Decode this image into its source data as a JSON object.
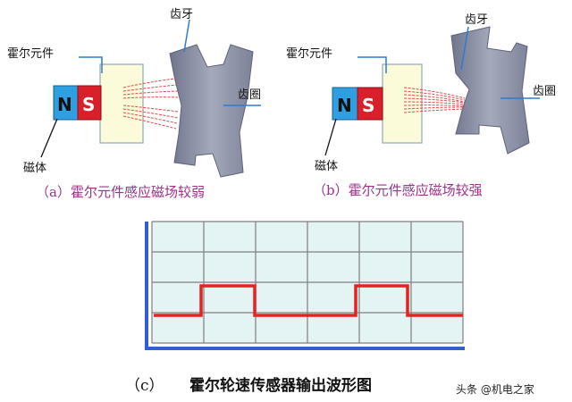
{
  "diagram_a": {
    "hall_label": "霍尔元件",
    "tooth_label": "齿牙",
    "ring_label": "齿圈",
    "magnet_label": "磁体",
    "pole_n": "N",
    "pole_s": "S",
    "caption": "（a）霍尔元件感应磁场较弱"
  },
  "diagram_b": {
    "hall_label": "霍尔元件",
    "tooth_label": "齿牙",
    "ring_label": "齿圈",
    "magnet_label": "磁体",
    "pole_n": "N",
    "pole_s": "S",
    "caption": "（b）霍尔元件感应磁场较强"
  },
  "waveform": {
    "caption_prefix": "（c）",
    "caption": "霍尔轮速传感器输出波形图",
    "levels": [
      0,
      0,
      0.5,
      1,
      1,
      0,
      0,
      0,
      0,
      1,
      1,
      0,
      0,
      0
    ],
    "colors": {
      "signal": "#e82020",
      "axis": "#2f5fd0",
      "grid": "#7f7f7f",
      "fill": "#e4f3f3"
    }
  },
  "watermark": "头条 @机电之家",
  "colors": {
    "north": "#2e9fe0",
    "south": "#d81f2a",
    "hall_body": "#fbfbd9",
    "gear": "#8f94a8",
    "flux": "#e24a4a",
    "leader": "#2f7ad0"
  }
}
